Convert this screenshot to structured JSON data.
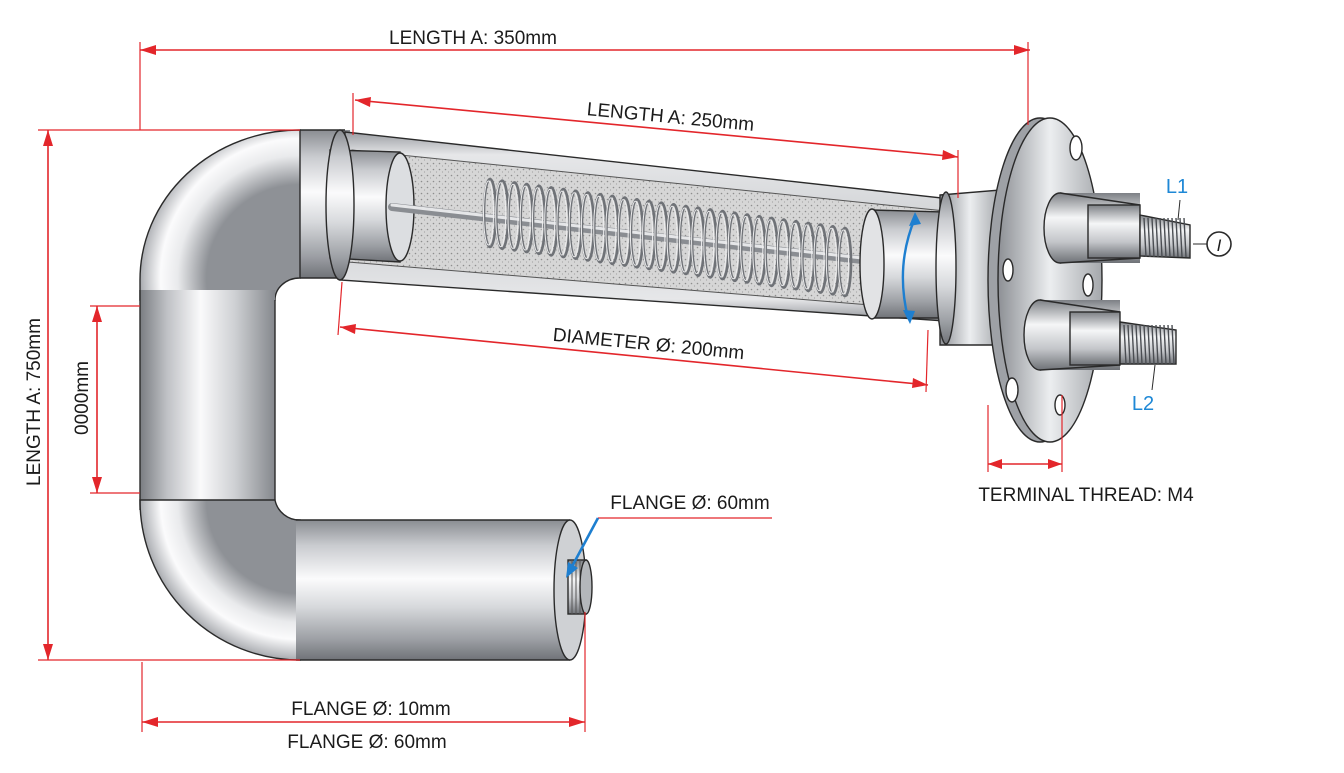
{
  "colors": {
    "dimension": "#e3262b",
    "terminal_label": "#1e88d6",
    "metal_light": "#f2f3f5",
    "metal_dark": "#7d8086",
    "insulation": "#c9c9c9"
  },
  "labels": {
    "overall_length": "LENGTH A: 350mm",
    "tube_length": "LENGTH A: 250mm",
    "diameter": "DIAMETER Ø: 200mm",
    "height": "LENGTH A: 750mm",
    "inner_height": "0000mm",
    "flange_small": "FLANGE Ø: 60mm",
    "bottom_flange_1": "FLANGE Ø: 10mm",
    "bottom_flange_2": "FLANGE Ø: 60mm",
    "terminal_thread": "TERMINAL THREAD: M4",
    "terminal_l1": "L1",
    "terminal_l2": "L2",
    "ground_symbol": "I"
  },
  "icons": {
    "heating_coil": "coil-spring-icon",
    "ground": "ground-symbol-icon"
  }
}
